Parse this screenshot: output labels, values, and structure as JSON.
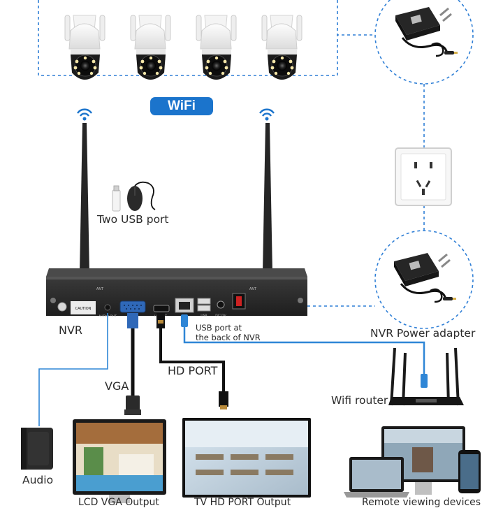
{
  "labels": {
    "wifi_badge": "WiFi",
    "usb_port": "Two USB port",
    "nvr": "NVR",
    "nvr_power_adapter": "NVR Power adapter",
    "usb_back": "USB port at the back of NVR",
    "usb_back_line1": "USB port at",
    "usb_back_line2": "the back of NVR",
    "vga": "VGA",
    "hd_port": "HD PORT",
    "wifi_router": "Wifi router",
    "audio": "Audio",
    "lcd_vga_output": "LCD VGA Output",
    "tv_hd_port_output": "TV HD PORT Output",
    "remote_viewing": "Remote viewing devices"
  },
  "nvr_panel": {
    "caution": "CAUTION",
    "audio_out": "AUDIO OUT",
    "hd_out": "HD OUT",
    "usb": "USB",
    "dc12v": "DC12V",
    "ant_left": "ANT",
    "ant_right": "ANT"
  },
  "colors": {
    "accent_blue": "#1b74cc",
    "dashed_line": "#2f7fd6",
    "nvr_body": "#2b2b2b",
    "cable_black": "#111111",
    "ethernet_blue": "#2f86d6"
  },
  "icons": [
    "camera-icon",
    "power-adapter-icon",
    "wall-socket-icon",
    "wifi-signal-icon",
    "usb-stick-icon",
    "mouse-icon",
    "speaker-icon",
    "router-icon",
    "monitor-icon",
    "tv-icon",
    "laptop-icon",
    "phone-icon"
  ]
}
